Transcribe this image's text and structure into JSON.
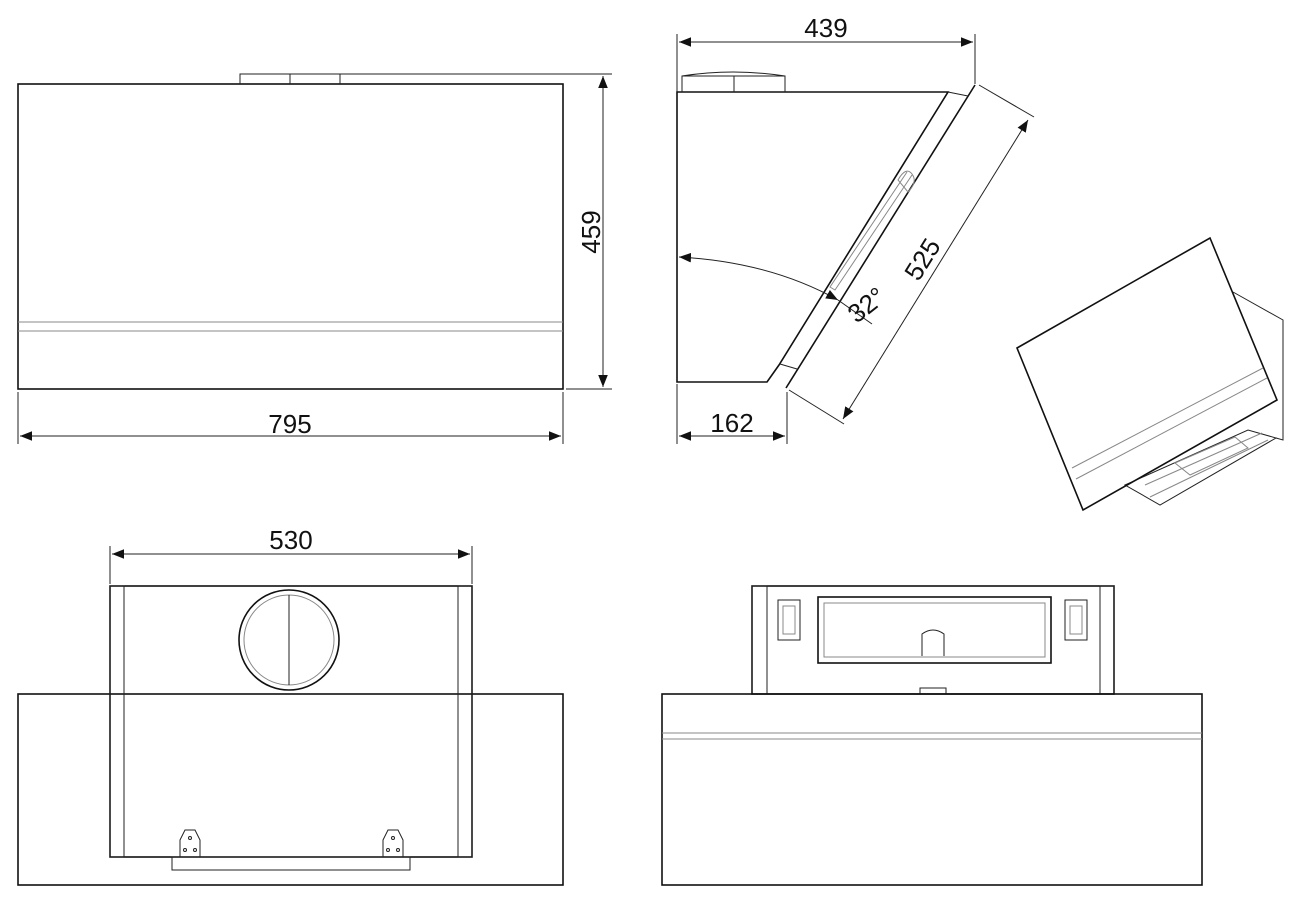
{
  "dimensions": {
    "front_width": "795",
    "front_height": "459",
    "side_depth": "439",
    "side_bottom_depth": "162",
    "glass_length": "525",
    "glass_angle": "32°",
    "rear_width": "530"
  }
}
